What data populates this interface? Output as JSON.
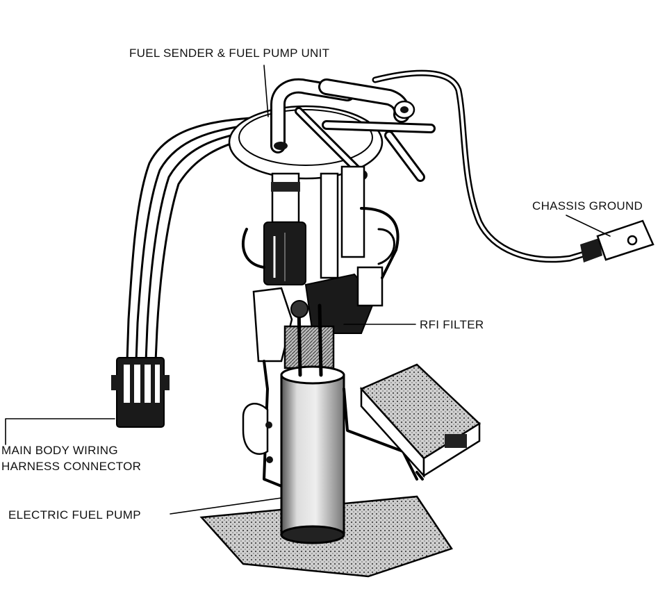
{
  "labels": {
    "fuel_sender": "FUEL SENDER & FUEL PUMP UNIT",
    "chassis_ground": "CHASSIS GROUND",
    "rfi_filter": "RFI FILTER",
    "harness_line1": "MAIN BODY WIRING",
    "harness_line2": "HARNESS CONNECTOR",
    "fuel_pump": "ELECTRIC FUEL PUMP"
  },
  "colors": {
    "ink": "#000000",
    "background": "#ffffff",
    "shade": "#8a8a8a"
  }
}
